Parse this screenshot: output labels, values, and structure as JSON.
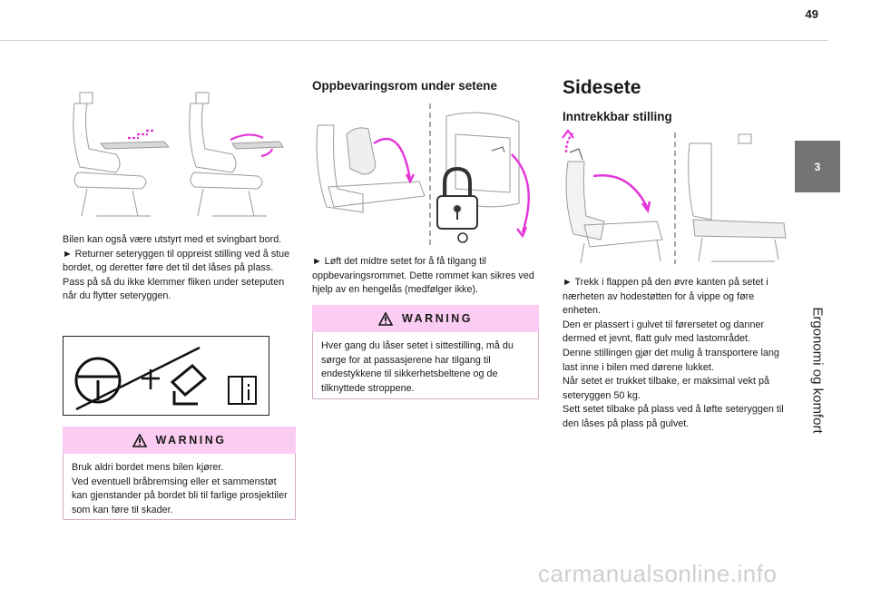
{
  "header": {
    "page_number": "49"
  },
  "side_tab": {
    "chapter_number": "3",
    "chapter_title": "Ergonomi og komfort"
  },
  "left": {
    "paragraph": "Bilen kan også være utstyrt med et svingbart bord.\n► Returner seteryggen til oppreist stilling ved å stue bordet, og deretter føre det til det låses på plass.\nPass på så du ikke klemmer fliken under seteputen når du flytter seteryggen.",
    "warning": {
      "title": "WARNING",
      "text": "Bruk aldri bordet mens bilen kjører.\nVed eventuell bråbremsing eller et sammenstøt kan gjenstander på bordet bli til farlige prosjektiler som kan føre til skader."
    }
  },
  "middle": {
    "heading": "Oppbevaringsrom under setene",
    "paragraph": "► Løft det midtre setet for å få tilgang til oppbevaringsrommet. Dette rommet kan sikres ved hjelp av en hengelås (medfølger ikke).",
    "warning": {
      "title": "WARNING",
      "text": "Hver gang du låser setet i sittestilling, må du sørge for at passasjerene har tilgang til endestykkene til sikkerhetsbeltene og de tilknyttede stroppene."
    }
  },
  "right": {
    "heading": "Sidesete",
    "subheading": "Inntrekkbar stilling",
    "paragraph": "► Trekk i flappen på den øvre kanten på setet i nærheten av hodestøtten for å vippe og føre enheten.\nDen er plassert i gulvet til førersetet og danner dermed et jevnt, flatt gulv med lastområdet.\nDenne stillingen gjør det mulig å transportere lang last inne i bilen med dørene lukket.\nNår setet er trukket tilbake, er maksimal vekt på seteryggen 50 kg.\nSett setet tilbake på plass ved å løfte seteryggen til den låses på plass på gulvet."
  },
  "colors": {
    "accent_magenta": "#e535d8",
    "warning_bg": "#fccdf2",
    "tab_gray": "#747474"
  },
  "watermark": "carmanualsonline.info"
}
